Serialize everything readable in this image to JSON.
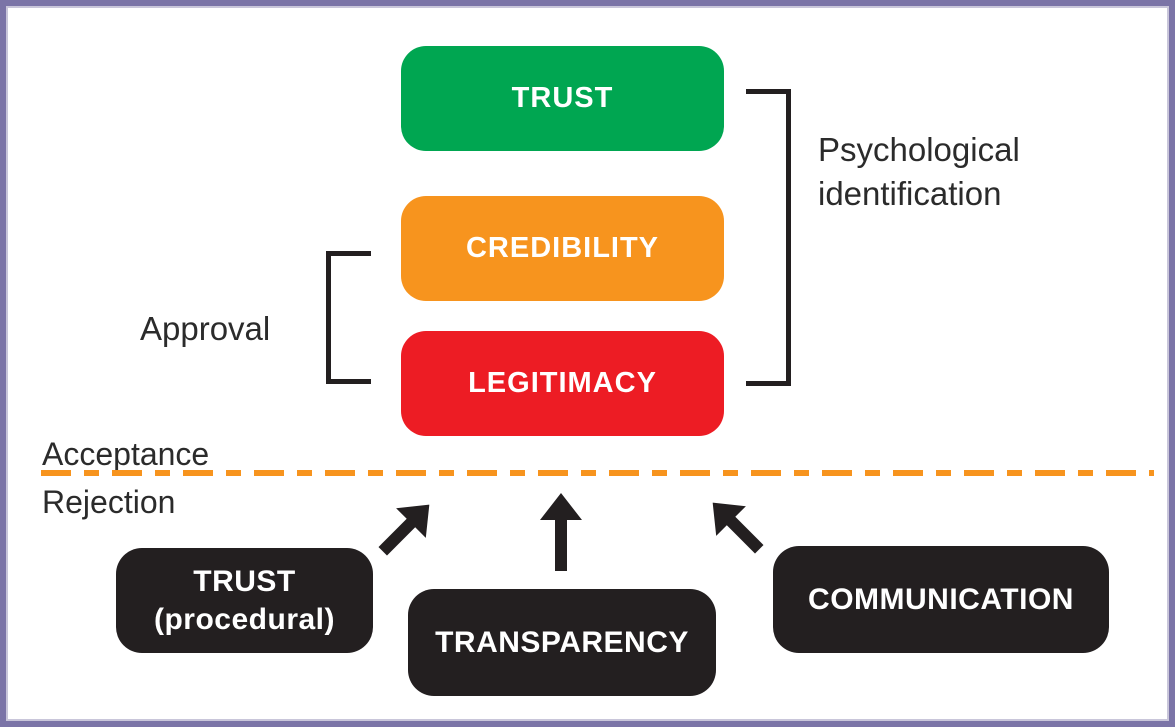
{
  "diagram": {
    "top_boxes": [
      {
        "label": "TRUST",
        "color": "#00A651"
      },
      {
        "label": "CREDIBILITY",
        "color": "#F7941E"
      },
      {
        "label": "LEGITIMACY",
        "color": "#ED1C24"
      }
    ],
    "bracket_right": {
      "label": "Psychological identification",
      "connects": [
        "TRUST",
        "LEGITIMACY"
      ]
    },
    "bracket_left": {
      "label": "Approval",
      "connects": [
        "CREDIBILITY",
        "LEGITIMACY"
      ]
    },
    "threshold": {
      "above_label": "Acceptance",
      "below_label": "Rejection",
      "line_color": "#F7941E",
      "line_style": "dashed"
    },
    "bottom_boxes": [
      {
        "label": "TRUST",
        "sublabel": "(procedural)",
        "color": "#231F20"
      },
      {
        "label": "TRANSPARENCY",
        "sublabel": "",
        "color": "#231F20"
      },
      {
        "label": "COMMUNICATION",
        "sublabel": "",
        "color": "#231F20"
      }
    ],
    "arrows": [
      {
        "icon": "arrow-up-right-icon",
        "direction": "up-right"
      },
      {
        "icon": "arrow-up-icon",
        "direction": "up"
      },
      {
        "icon": "arrow-up-left-icon",
        "direction": "up-left"
      }
    ],
    "colors": {
      "green": "#00A651",
      "orange": "#F7941E",
      "red": "#ED1C24",
      "black": "#231F20",
      "frame_purple": "#7B74A7",
      "text": "#2B2B2B"
    }
  }
}
